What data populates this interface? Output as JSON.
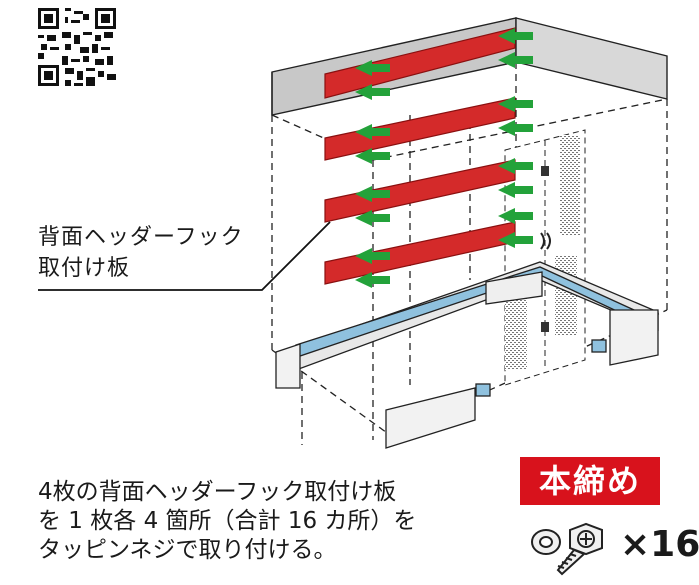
{
  "callout": {
    "line1": "背面ヘッダーフック",
    "line2": "取付け板"
  },
  "instruction": {
    "line1": "4枚の背面ヘッダーフック取付け板",
    "line2": "を 1 枚各 4 箇所（合計 16 カ所）を",
    "line3": "タッピンネジで取り付ける。"
  },
  "badge": {
    "label": "本締め"
  },
  "hardware": {
    "quantity": "×16"
  },
  "colors": {
    "plate_red": "#d42a2a",
    "arrow_green": "#23a23a",
    "base_blue": "#8fc1de",
    "badge_red": "#d8121c"
  },
  "icons": [
    "qr-code-icon",
    "tapping-screw-icon",
    "washer-icon"
  ]
}
